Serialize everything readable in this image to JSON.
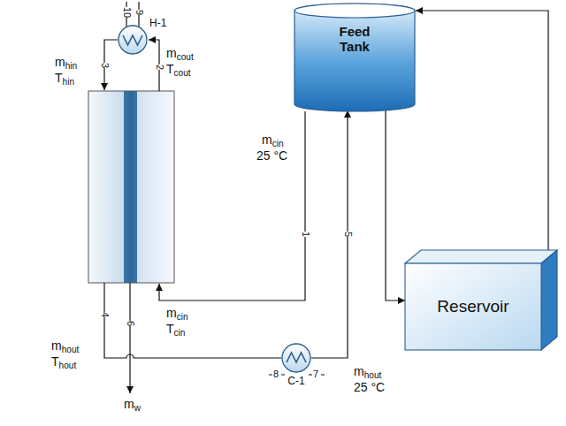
{
  "diagram": {
    "nodes": [
      {
        "text": [
          "H-1"
        ]
      },
      {
        "text": [
          "Feed Tank"
        ]
      },
      {
        "text": [
          "Reservoir"
        ]
      },
      {
        "text": [
          "C-1"
        ]
      }
    ],
    "edges": [
      {
        "from": 3,
        "to": 1,
        "arrow": "to"
      },
      {
        "from": 1,
        "to": 2,
        "arrow": "to"
      },
      {
        "from": 2,
        "to": 1,
        "arrow": "to"
      }
    ],
    "labels": [
      "10",
      "9",
      "mhin",
      "Thin",
      "mcout",
      "Tcout",
      "3",
      "2",
      "mcin",
      "25 °C",
      "1",
      "5",
      "mcin",
      "Tcin",
      "mhout",
      "Thout",
      "4",
      "6",
      "mw",
      "8",
      "7",
      "mhout",
      "25 °C"
    ]
  }
}
